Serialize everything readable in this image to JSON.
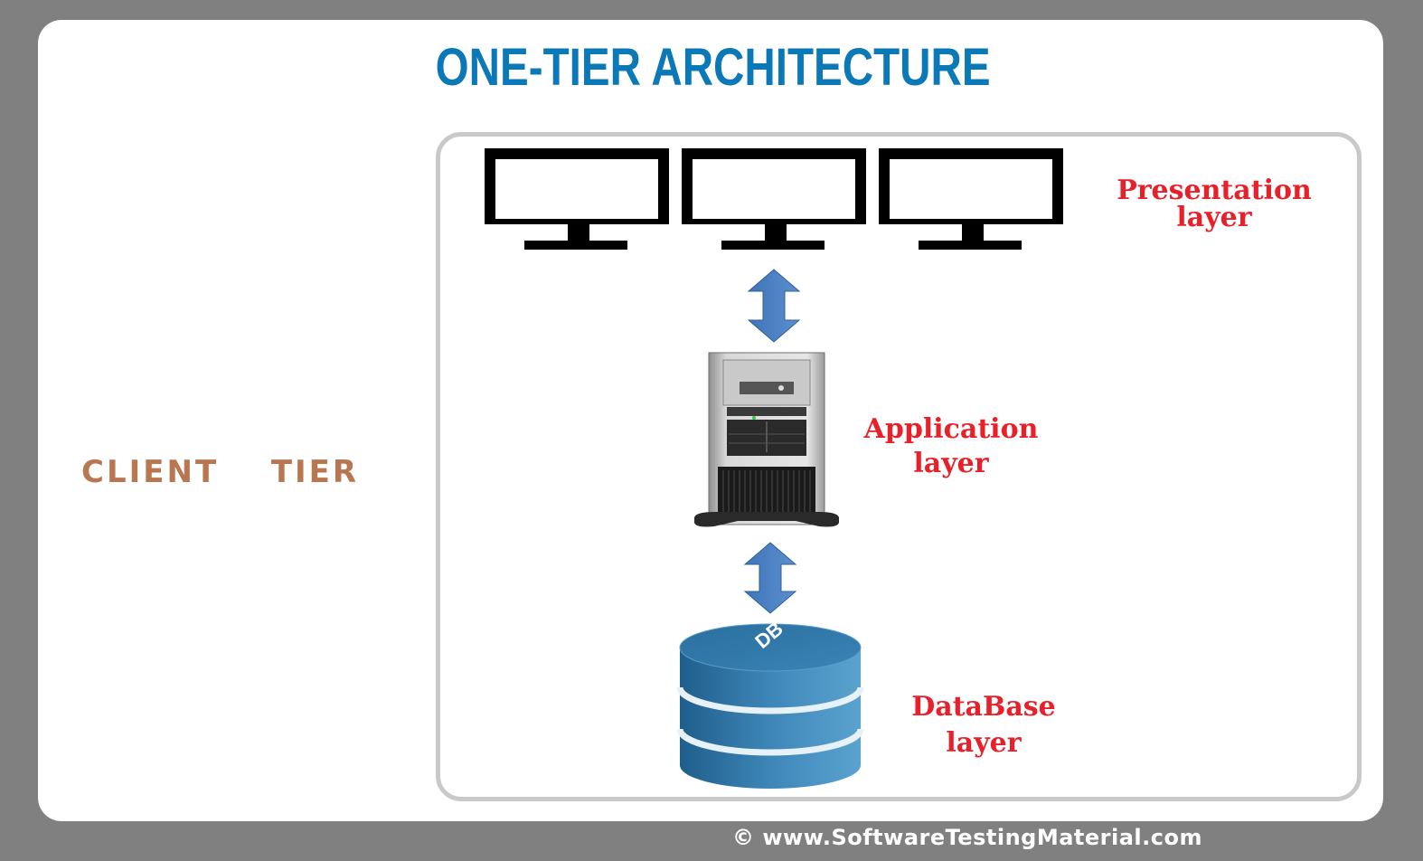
{
  "title": "ONE-TIER ARCHITECTURE",
  "tier_label": "CLIENT  TIER",
  "layers": {
    "presentation": {
      "line1": "Presentation",
      "line2": "layer"
    },
    "application": {
      "line1": "Application",
      "line2": "layer"
    },
    "database": {
      "line1": "DataBase",
      "line2": "layer"
    }
  },
  "db_icon_text": "DB",
  "footer": "© www.SoftwareTestingMaterial.com",
  "colors": {
    "title": "#0b78b8",
    "tier_label": "#b87750",
    "layer_label": "#e8202a",
    "arrow": "#3f74b8",
    "database": "#2f6f9c"
  }
}
